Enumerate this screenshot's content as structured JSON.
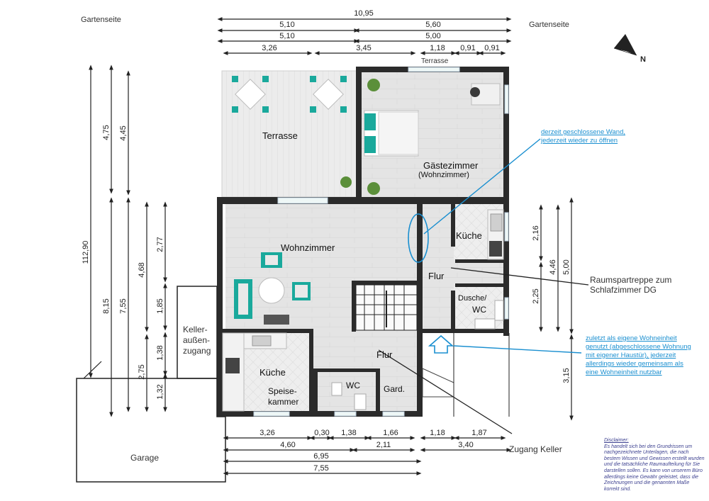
{
  "labels": {
    "garden_left": "Gartenseite",
    "garden_right": "Gartenseite",
    "terrace_top": "Terrasse",
    "north": "N",
    "keller_aussen": [
      "Keller-",
      "außen-",
      "zugang"
    ],
    "garage": "Garage",
    "zugang_keller": "Zugang Keller",
    "raumspar": [
      "Raumspartreppe zum",
      "Schlafzimmer DG"
    ]
  },
  "rooms": {
    "terrasse": "Terrasse",
    "gaestezimmer": "Gästezimmer",
    "gaestezimmer_sub": "(Wohnzimmer)",
    "wohnzimmer": "Wohnzimmer",
    "kueche_right": "Küche",
    "flur_right": "Flur",
    "dusche": "Dusche/",
    "wc_right": "WC",
    "kueche_left": "Küche",
    "speise": [
      "Speise-",
      "kammer"
    ],
    "wc_left": "WC",
    "gard": "Gard.",
    "flur_center": "Flur"
  },
  "notes": {
    "wall": [
      "derzeit geschlossene Wand,",
      "jederzeit wieder zu öffnen"
    ],
    "unit": [
      "zuletzt als eigene Wohneinheit",
      "genutzt (abgeschlossene Wohnung",
      "mit eigener Haustür), jederzeit",
      "allerdings wieder gemeinsam als",
      "eine Wohneinheit nutzbar"
    ]
  },
  "disclaimer": {
    "title": "Disclaimer:",
    "text": "Es handelt sich bei den Grundrissen um nachgezeichnete Unterlagen, die nach bestem Wissen und Gewissen erstellt wurden und die tatsächliche Raumaufteilung für Sie darstellen sollen. Es kann von unserem Büro allerdings keine Gewähr geleistet, dass die Zeichnungen und die genannten Maße korrekt sind."
  },
  "dims": {
    "top": [
      "10,95",
      "5,10",
      "5,60",
      "5,10",
      "5,00",
      "3,26",
      "3,45",
      "1,18",
      "0,91",
      "0,91"
    ],
    "bottom": [
      "3,26",
      "0,30",
      "1,38",
      "1,66",
      "1,18",
      "1,87",
      "4,60",
      "2,11",
      "3,40",
      "6,95",
      "7,55"
    ],
    "left": [
      "112,90",
      "4,75",
      "4,45",
      "8,15",
      "7,55",
      "4,68",
      "2,77",
      "1,85",
      "1,38",
      "2,75",
      "1,32"
    ],
    "right": [
      "2,16",
      "4,46",
      "5,00",
      "2,25",
      "3,15"
    ]
  },
  "colors": {
    "wall": "#2b2b2b",
    "floor": "#e3e3e3",
    "terrace": "#ebebeb",
    "accent": "#1aa99c",
    "note": "#1a8fd0",
    "disclaimer": "#3b3f8f"
  }
}
